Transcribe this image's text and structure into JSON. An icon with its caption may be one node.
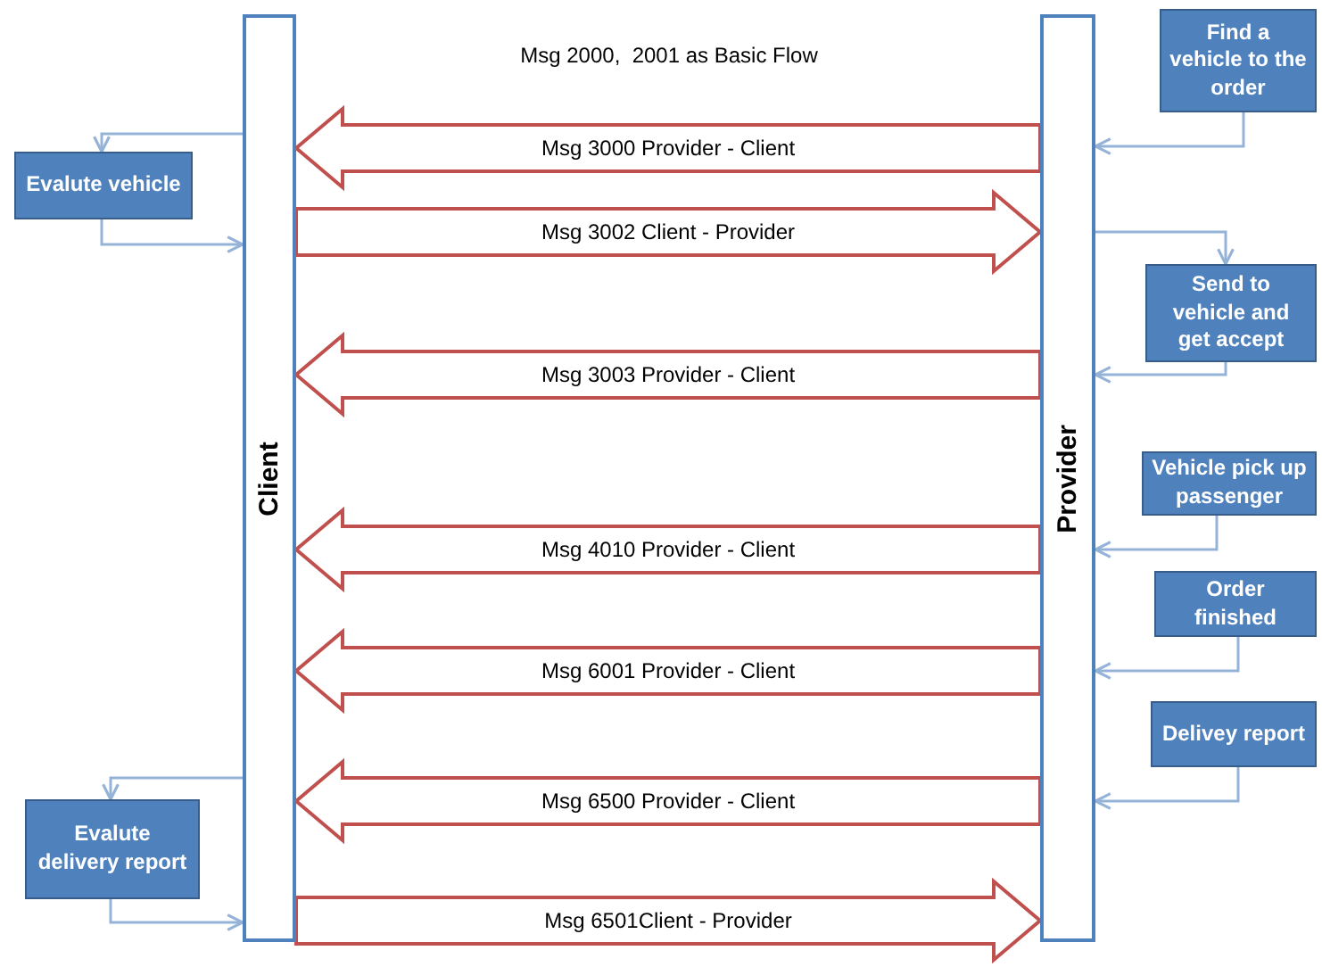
{
  "diagram": {
    "nodes": [
      {
        "text": [
          "Client"
        ]
      },
      {
        "text": [
          "Provider"
        ]
      },
      {
        "text": [
          "Evalute vehicle"
        ]
      },
      {
        "text": [
          "Evalute delivery report"
        ]
      },
      {
        "text": [
          "Find a vehicle to the order"
        ]
      },
      {
        "text": [
          "Send to vehicle and get accept"
        ]
      },
      {
        "text": [
          "Vehicle pick up passenger"
        ]
      },
      {
        "text": [
          "Order finished"
        ]
      },
      {
        "text": [
          "Delivey report"
        ]
      }
    ],
    "edges": [
      {
        "from": 1,
        "to": 0,
        "arrow": "to",
        "label": "Msg 3000 Provider - Client",
        "style": "thick",
        "color": "#c0504d"
      },
      {
        "from": 0,
        "to": 1,
        "arrow": "to",
        "label": "Msg 3002 Client - Provider",
        "style": "thick",
        "color": "#c0504d"
      },
      {
        "from": 1,
        "to": 0,
        "arrow": "to",
        "label": "Msg 3003 Provider - Client",
        "style": "thick",
        "color": "#c0504d"
      },
      {
        "from": 1,
        "to": 0,
        "arrow": "to",
        "label": "Msg 4010 Provider - Client",
        "style": "thick",
        "color": "#c0504d"
      },
      {
        "from": 1,
        "to": 0,
        "arrow": "to",
        "label": "Msg 6001 Provider - Client",
        "style": "thick",
        "color": "#c0504d"
      },
      {
        "from": 1,
        "to": 0,
        "arrow": "to",
        "label": "Msg 6500 Provider - Client",
        "style": "thick",
        "color": "#c0504d"
      },
      {
        "from": 0,
        "to": 1,
        "arrow": "to",
        "label": "Msg 6501Client - Provider",
        "style": "thick",
        "color": "#c0504d"
      },
      {
        "from": 0,
        "to": 2,
        "arrow": "to"
      },
      {
        "from": 2,
        "to": 0,
        "arrow": "to"
      },
      {
        "from": 0,
        "to": 3,
        "arrow": "to"
      },
      {
        "from": 3,
        "to": 0,
        "arrow": "to"
      },
      {
        "from": 4,
        "to": 1,
        "arrow": "to"
      },
      {
        "from": 1,
        "to": 5,
        "arrow": "to"
      },
      {
        "from": 5,
        "to": 1,
        "arrow": "to"
      },
      {
        "from": 6,
        "to": 1,
        "arrow": "to"
      },
      {
        "from": 7,
        "to": 1,
        "arrow": "to"
      },
      {
        "from": 8,
        "to": 1,
        "arrow": "to"
      }
    ],
    "labels": [
      "Msg 2000,  2001 as Basic Flow"
    ]
  }
}
